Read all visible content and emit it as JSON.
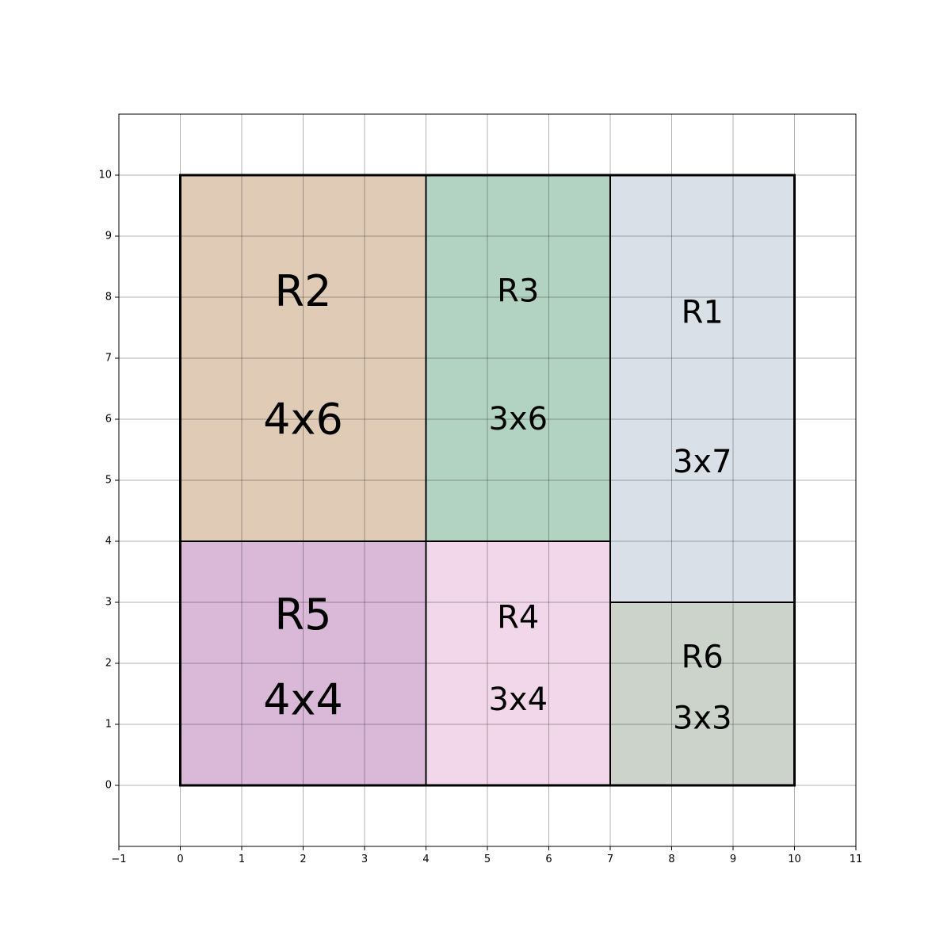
{
  "chart_data": {
    "type": "rectangle-tiling",
    "xlim": [
      -1,
      11
    ],
    "ylim": [
      -1,
      11
    ],
    "grid": true,
    "x_ticks": [
      -1,
      0,
      1,
      2,
      3,
      4,
      5,
      6,
      7,
      8,
      9,
      10,
      11
    ],
    "y_ticks": [
      0,
      1,
      2,
      3,
      4,
      5,
      6,
      7,
      8,
      9,
      10
    ],
    "tick_labels_x": [
      "−1",
      "0",
      "1",
      "2",
      "3",
      "4",
      "5",
      "6",
      "7",
      "8",
      "9",
      "10",
      "11"
    ],
    "tick_labels_y": [
      "0",
      "1",
      "2",
      "3",
      "4",
      "5",
      "6",
      "7",
      "8",
      "9",
      "10"
    ],
    "outer_square": {
      "x0": 0,
      "y0": 0,
      "x1": 10,
      "y1": 10
    },
    "rectangles": [
      {
        "name": "R2",
        "dims": "4x6",
        "x0": 0,
        "y0": 4,
        "x1": 4,
        "y1": 10,
        "color": "#dfcbb6",
        "name_y": 8.1,
        "dims_y": 6.0,
        "label_size": "large"
      },
      {
        "name": "R3",
        "dims": "3x6",
        "x0": 4,
        "y0": 4,
        "x1": 7,
        "y1": 10,
        "color": "#b3d3c2",
        "name_y": 8.1,
        "dims_y": 6.0,
        "label_size": "medium"
      },
      {
        "name": "R1",
        "dims": "3x7",
        "x0": 7,
        "y0": 3,
        "x1": 10,
        "y1": 10,
        "color": "#d9e0e8",
        "name_y": 7.75,
        "dims_y": 5.3,
        "label_size": "medium"
      },
      {
        "name": "R5",
        "dims": "4x4",
        "x0": 0,
        "y0": 0,
        "x1": 4,
        "y1": 4,
        "color": "#dab8d8",
        "name_y": 2.8,
        "dims_y": 1.4,
        "label_size": "large"
      },
      {
        "name": "R4",
        "dims": "3x4",
        "x0": 4,
        "y0": 0,
        "x1": 7,
        "y1": 4,
        "color": "#f1d7e9",
        "name_y": 2.75,
        "dims_y": 1.4,
        "label_size": "medium"
      },
      {
        "name": "R6",
        "dims": "3x3",
        "x0": 7,
        "y0": 0,
        "x1": 10,
        "y1": 3,
        "color": "#cbd3cb",
        "name_y": 2.1,
        "dims_y": 1.1,
        "label_size": "medium"
      }
    ]
  }
}
